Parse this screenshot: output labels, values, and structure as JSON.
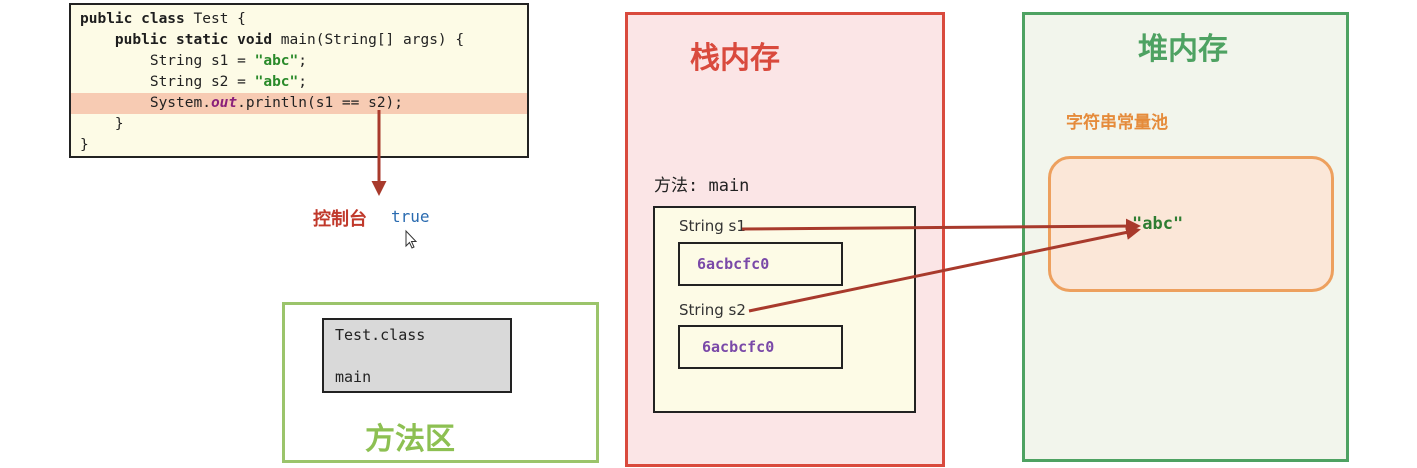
{
  "code": {
    "lines": [
      {
        "indent": "",
        "parts": [
          {
            "t": "public class ",
            "c": "kw"
          },
          {
            "t": "Test {",
            "c": ""
          }
        ]
      },
      {
        "indent": "    ",
        "parts": [
          {
            "t": "public static void ",
            "c": "kw"
          },
          {
            "t": "main(String[] args) {",
            "c": ""
          }
        ]
      },
      {
        "indent": "        ",
        "parts": [
          {
            "t": "String s1 = ",
            "c": ""
          },
          {
            "t": "\"abc\"",
            "c": "str"
          },
          {
            "t": ";",
            "c": ""
          }
        ]
      },
      {
        "indent": "        ",
        "parts": [
          {
            "t": "String s2 = ",
            "c": ""
          },
          {
            "t": "\"abc\"",
            "c": "str"
          },
          {
            "t": ";",
            "c": ""
          }
        ]
      },
      {
        "indent": "        ",
        "parts": [
          {
            "t": "System.",
            "c": ""
          },
          {
            "t": "out",
            "c": "fld"
          },
          {
            "t": ".println(s1 == s2);",
            "c": ""
          }
        ],
        "highlight": true
      },
      {
        "indent": "    ",
        "parts": [
          {
            "t": "}",
            "c": ""
          }
        ]
      },
      {
        "indent": "",
        "parts": [
          {
            "t": "}",
            "c": ""
          }
        ]
      }
    ]
  },
  "console": {
    "label": "控制台",
    "value": "true"
  },
  "method_area": {
    "title": "方法区",
    "class_name": "Test.class",
    "method_name": "main"
  },
  "stack": {
    "title": "栈内存",
    "method_label": "方法: main",
    "vars": [
      {
        "label": "String s1",
        "address": "6acbcfc0"
      },
      {
        "label": "String s2",
        "address": "6acbcfc0"
      }
    ]
  },
  "heap": {
    "title": "堆内存",
    "pool_label": "字符串常量池",
    "pool_value": "\"abc\""
  },
  "colors": {
    "arrow": "#a83a2c",
    "stack_border": "#d94a3d",
    "heap_border": "#4ea262",
    "method_border": "#9bc46b"
  }
}
